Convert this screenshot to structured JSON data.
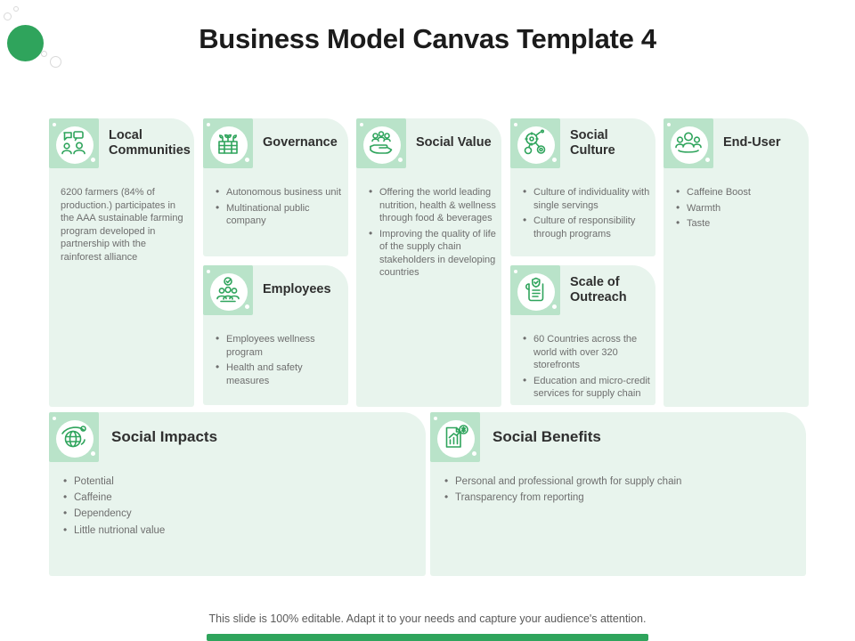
{
  "slide": {
    "title": "Business Model Canvas Template 4",
    "footer": "This slide is 100% editable. Adapt it to your needs and capture your audience's attention."
  },
  "colors": {
    "accent_green": "#2fa45c",
    "icon_tile_green": "#b9e3c9",
    "card_background": "#e8f4ed",
    "title_text": "#1b1b1b",
    "body_text": "#6e6e6e"
  },
  "cards": {
    "local_communities": {
      "title": "Local Communities",
      "icon": "people-conversation-icon",
      "paragraph": "6200 farmers (84% of production.) participates in the AAA sustainable farming program developed in partnership with the rainforest alliance"
    },
    "governance": {
      "title": "Governance",
      "icon": "building-plants-icon",
      "bullets": [
        "Autonomous business unit",
        "Multinational public company"
      ]
    },
    "employees": {
      "title": "Employees",
      "icon": "team-check-icon",
      "bullets": [
        "Employees wellness program",
        "Health and safety measures"
      ]
    },
    "social_value": {
      "title": "Social Value",
      "icon": "hand-people-icon",
      "bullets": [
        "Offering the world leading nutrition, health & wellness through food & beverages",
        "Improving the quality of life of the supply chain stakeholders in developing countries"
      ]
    },
    "social_culture": {
      "title": "Social Culture",
      "icon": "network-gears-icon",
      "bullets": [
        "Culture of individuality with single servings",
        "Culture of responsibility through programs"
      ]
    },
    "scale_of_outreach": {
      "title": "Scale of Outreach",
      "icon": "scroll-shield-icon",
      "bullets": [
        "60 Countries across the world with over 320 storefronts",
        "Education and micro-credit services for supply chain"
      ]
    },
    "end_user": {
      "title": "End-User",
      "icon": "crowd-icon",
      "bullets": [
        "Caffeine Boost",
        "Warmth",
        "Taste"
      ]
    },
    "social_impacts": {
      "title": "Social Impacts",
      "icon": "globe-impact-icon",
      "bullets": [
        "Potential",
        "Caffeine",
        "Dependency",
        "Little nutrional value"
      ]
    },
    "social_benefits": {
      "title": "Social Benefits",
      "icon": "growth-report-icon",
      "bullets": [
        "Personal and professional growth for supply chain",
        "Transparency from reporting"
      ]
    }
  }
}
